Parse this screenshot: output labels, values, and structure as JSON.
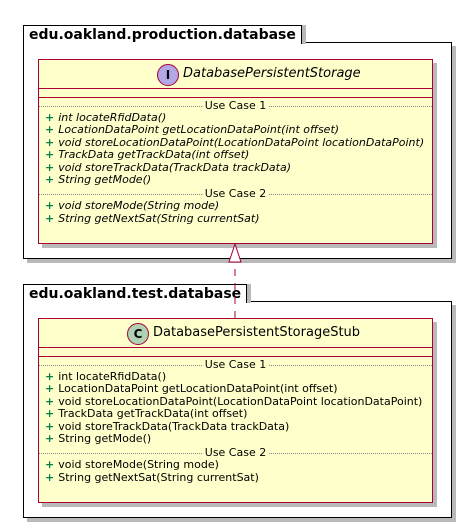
{
  "colors": {
    "class_fill": "#ffffcc",
    "class_border": "#a80036",
    "interface_badge": "#b4a7e5",
    "class_badge": "#add1b2",
    "public_marker": "#038048"
  },
  "packages": [
    {
      "name": "edu.oakland.production.database"
    },
    {
      "name": "edu.oakland.test.database"
    }
  ],
  "interface": {
    "stereotype_letter": "I",
    "name": "DatabasePersistentStorage",
    "sections": [
      {
        "label": "Use Case 1",
        "members": [
          "int locateRfidData()",
          "LocationDataPoint getLocationDataPoint(int offset)",
          "void storeLocationDataPoint(LocationDataPoint locationDataPoint)",
          "TrackData getTrackData(int offset)",
          "void storeTrackData(TrackData trackData)",
          "String getMode()"
        ]
      },
      {
        "label": "Use Case 2",
        "members": [
          "void storeMode(String mode)",
          "String getNextSat(String currentSat)"
        ]
      }
    ]
  },
  "stub_class": {
    "stereotype_letter": "C",
    "name": "DatabasePersistentStorageStub",
    "sections": [
      {
        "label": "Use Case 1",
        "members": [
          "int locateRfidData()",
          "LocationDataPoint getLocationDataPoint(int offset)",
          "void storeLocationDataPoint(LocationDataPoint locationDataPoint)",
          "TrackData getTrackData(int offset)",
          "void storeTrackData(TrackData trackData)",
          "String getMode()"
        ]
      },
      {
        "label": "Use Case 2",
        "members": [
          "void storeMode(String mode)",
          "String getNextSat(String currentSat)"
        ]
      }
    ]
  },
  "visibility_marker": "+"
}
